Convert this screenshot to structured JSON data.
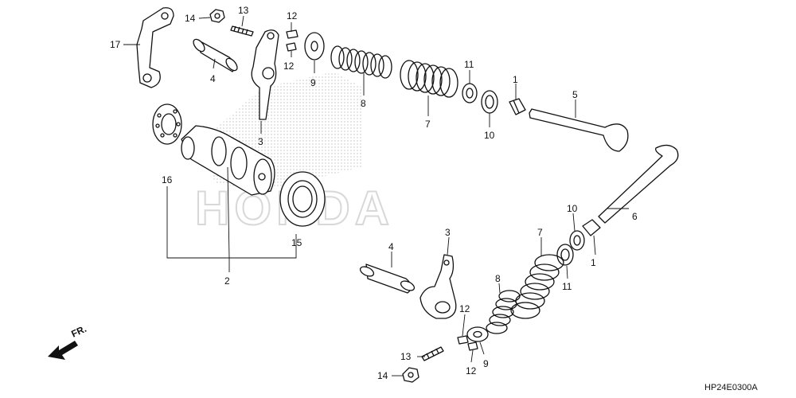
{
  "diagram": {
    "part_code": "HP24E0300A",
    "direction_label": "FR.",
    "watermark_text": "HONDA",
    "callouts": {
      "c1_top": "1",
      "c5": "5",
      "c11_top": "11",
      "c10_top": "10",
      "c7_top": "7",
      "c8_top": "8",
      "c9_top": "9",
      "c12_top_a": "12",
      "c12_top_b": "12",
      "c13_top": "13",
      "c14_top": "14",
      "c17": "17",
      "c4_top": "4",
      "c3_top": "3",
      "c16": "16",
      "c2": "2",
      "c15": "15",
      "c6": "6",
      "c10_bot": "10",
      "c1_bot": "1",
      "c11_bot": "11",
      "c7_bot": "7",
      "c8_bot": "8",
      "c3_bot": "3",
      "c4_bot": "4",
      "c12_bot_a": "12",
      "c12_bot_b": "12",
      "c9_bot": "9",
      "c13_bot": "13",
      "c14_bot": "14"
    },
    "colors": {
      "line": "#111111",
      "screen": "#c8c8c8"
    }
  }
}
